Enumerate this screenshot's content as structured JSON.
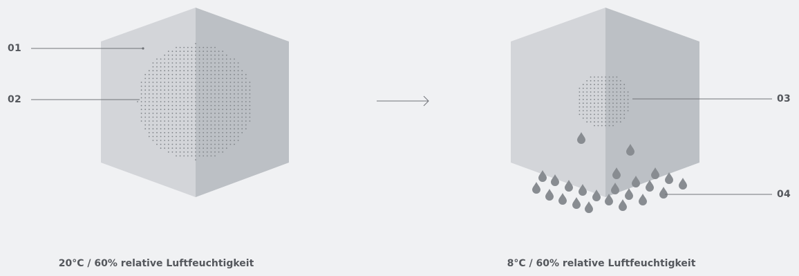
{
  "colors": {
    "background": "#f0f1f3",
    "face_light": "#d3d5d9",
    "face_dark": "#bcc0c5",
    "dot": "#7f8388",
    "drop": "#888c91",
    "line": "#6f7277",
    "text": "#54575c"
  },
  "diagram": {
    "left_panel": {
      "callouts": [
        {
          "id": "01",
          "label": "01"
        },
        {
          "id": "02",
          "label": "02"
        }
      ],
      "caption": "20°C / 60% relative Luftfeuchtigkeit"
    },
    "right_panel": {
      "callouts": [
        {
          "id": "03",
          "label": "03"
        },
        {
          "id": "04",
          "label": "04"
        }
      ],
      "caption": "8°C / 60% relative Luftfeuchtigkeit"
    },
    "arrow_icon": "right-arrow-icon"
  }
}
